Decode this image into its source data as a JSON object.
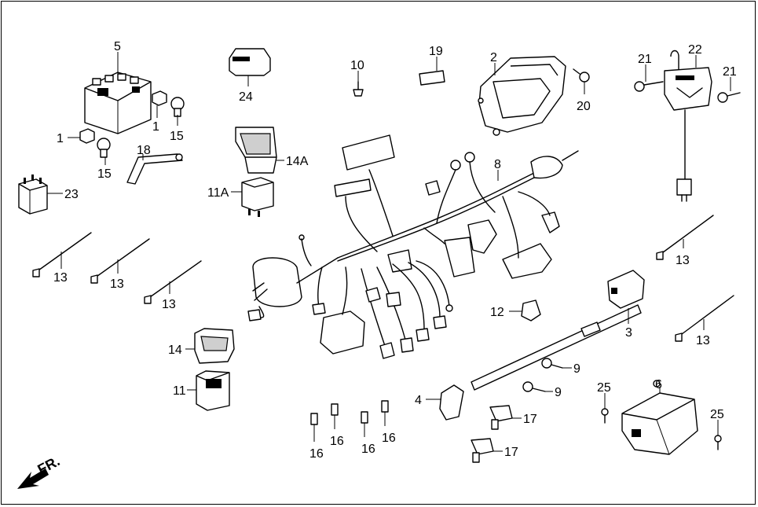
{
  "diagram": {
    "direction_label": "FR.",
    "callouts": {
      "c1a": "1",
      "c1b": "1",
      "c2": "2",
      "c3": "3",
      "c4": "4",
      "c5": "5",
      "c6": "6",
      "c8": "8",
      "c9a": "9",
      "c9b": "9",
      "c10": "10",
      "c11": "11",
      "c11a": "11A",
      "c12": "12",
      "c13a": "13",
      "c13b": "13",
      "c13c": "13",
      "c13d": "13",
      "c13e": "13",
      "c14": "14",
      "c14a": "14A",
      "c15a": "15",
      "c15b": "15",
      "c16a": "16",
      "c16b": "16",
      "c16c": "16",
      "c16d": "16",
      "c17a": "17",
      "c17b": "17",
      "c18": "18",
      "c19": "19",
      "c20": "20",
      "c21a": "21",
      "c21b": "21",
      "c22": "22",
      "c23": "23",
      "c24": "24",
      "c25a": "25",
      "c25b": "25"
    },
    "icons": {
      "direction": "arrow-down-left-icon"
    }
  }
}
